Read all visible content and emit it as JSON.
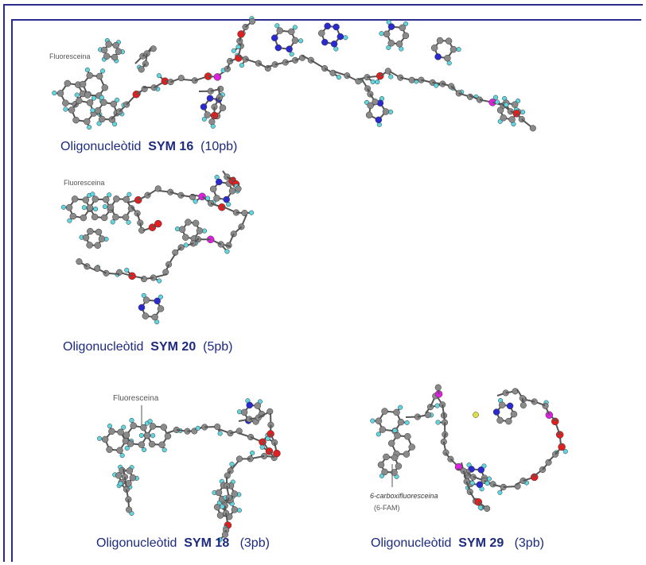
{
  "molecules": [
    {
      "caption_prefix": "Oligonucleòtid",
      "caption_name": "SYM 16",
      "caption_suffix": "(10pb)",
      "label": "Fluoresceina"
    },
    {
      "caption_prefix": "Oligonucleòtid",
      "caption_name": "SYM 20",
      "caption_suffix": "(5pb)",
      "label": "Fluoresceina"
    },
    {
      "caption_prefix": "Oligonucleòtid",
      "caption_name": "SYM 18",
      "caption_suffix": "(3pb)",
      "label": "Fluoresceina"
    },
    {
      "caption_prefix": "Oligonucleòtid",
      "caption_name": "SYM 29",
      "caption_suffix": "(3pb)",
      "label": "6-carboxifluoresceina",
      "label2": "(6-FAM)"
    }
  ],
  "atom_colors": {
    "carbon": "#8a8a8a",
    "hydrogen": "#5fd6e0",
    "oxygen": "#e02020",
    "nitrogen": "#2a2ad0",
    "phosphorus": "#e020e0",
    "sulfur": "#e0e040"
  }
}
